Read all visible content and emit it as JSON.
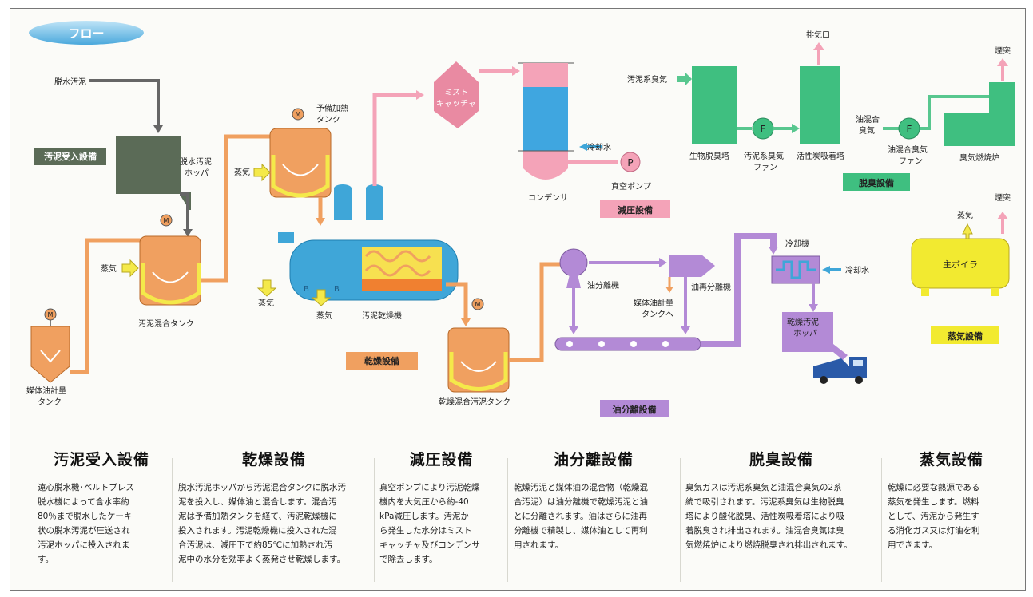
{
  "header": {
    "flow_label": "フロー"
  },
  "diagram": {
    "inputs": {
      "dewatered_sludge": "脱水汚泥",
      "steam": "蒸気",
      "cooling_water": "冷却水",
      "sludge_odor": "汚泥系臭気",
      "oil_mix_odor_line1": "油混合",
      "oil_mix_odor_line2": "臭気",
      "exhaust": "排気口",
      "stack": "煙突"
    },
    "components": {
      "sludge_hopper_line1": "脱水汚泥",
      "sludge_hopper_line2": "ホッパ",
      "mixing_tank": "汚泥混合タンク",
      "medium_oil_tank_line1": "媒体油計量",
      "medium_oil_tank_line2": "タンク",
      "preheat_tank_line1": "予備加熱",
      "preheat_tank_line2": "タンク",
      "dryer": "汚泥乾燥機",
      "mist_catcher_line1": "ミスト",
      "mist_catcher_line2": "キャッチャ",
      "condenser": "コンデンサ",
      "vacuum_pump": "真空ポンプ",
      "dry_mix_tank": "乾燥混合汚泥タンク",
      "oil_separator": "油分離機",
      "oil_reseparator": "油再分離機",
      "to_medium_tank_line1": "媒体油計量",
      "to_medium_tank_line2": "タンクへ",
      "cooler": "冷却機",
      "dry_sludge_hopper_line1": "乾燥汚泥",
      "dry_sludge_hopper_line2": "ホッパ",
      "bio_deodor": "生物脱臭塔",
      "sludge_odor_fan_line1": "汚泥系臭気",
      "sludge_odor_fan_line2": "ファン",
      "activated_carbon": "活性炭吸着塔",
      "oil_odor_fan_line1": "油混合臭気",
      "oil_odor_fan_line2": "ファン",
      "odor_furnace": "臭気燃焼炉",
      "boiler": "主ボイラ",
      "motor_symbol": "M",
      "fan_symbol": "F",
      "pump_symbol": "P"
    },
    "section_labels": {
      "receiving": "汚泥受入設備",
      "drying": "乾燥設備",
      "vacuum": "減圧設備",
      "oil_sep": "油分離設備",
      "deodor": "脱臭設備",
      "steam": "蒸気設備"
    }
  },
  "descriptions": [
    {
      "title": "汚泥受入設備",
      "lines": [
        "遠心脱水機･ベルトプレス",
        "脱水機によって含水率約",
        "80％まで脱水したケーキ",
        "状の脱水汚泥が圧送され",
        "汚泥ホッパに投入されま",
        "す。"
      ]
    },
    {
      "title": "乾燥設備",
      "lines": [
        "脱水汚泥ホッパから汚泥混合タンクに脱水汚",
        "泥を投入し、媒体油と混合します。混合汚",
        "泥は予備加熱タンクを経て、汚泥乾燥機に",
        "投入されます。汚泥乾燥機に投入された混",
        "合汚泥は、減圧下で約85℃に加熱され汚",
        "泥中の水分を効率よく蒸発させ乾燥します。"
      ]
    },
    {
      "title": "減圧設備",
      "lines": [
        "真空ポンプにより汚泥乾燥",
        "機内を大気圧から約-40",
        "kPa減圧します。汚泥か",
        "ら発生した水分はミスト",
        "キャッチャ及びコンデンサ",
        "で除去します。"
      ]
    },
    {
      "title": "油分離設備",
      "lines": [
        "乾燥汚泥と媒体油の混合物（乾燥混",
        "合汚泥）は油分離機で乾燥汚泥と油",
        "とに分離されます。油はさらに油再",
        "分離機で精製し、媒体油として再利",
        "用されます。"
      ]
    },
    {
      "title": "脱臭設備",
      "lines": [
        "臭気ガスは汚泥系臭気と油混合臭気の2系",
        "統で吸引されます。汚泥系臭気は生物脱臭",
        "塔により酸化脱臭、活性炭吸着塔により吸",
        "着脱臭され排出されます。油混合臭気は臭",
        "気燃焼炉により燃焼脱臭され排出されます。"
      ]
    },
    {
      "title": "蒸気設備",
      "lines": [
        "乾燥に必要な熱源である",
        "蒸気を発生します。燃料",
        "として、汚泥から発生す",
        "る消化ガス又は灯油を利",
        "用できます。"
      ]
    }
  ],
  "colors": {
    "receiving": "#5b6b57",
    "drying": "#f0a060",
    "vacuum": "#e98aa2",
    "oil_sep": "#b38ad6",
    "deodor": "#3fbf80",
    "steam": "#f2ea30",
    "dryer": "#3fa6d8",
    "condenser_blue": "#3fa6e0",
    "arrow_yellow": "#f4e94a",
    "arrow_orange": "#f0a060",
    "arrow_pink": "#f4a3b8",
    "arrow_purple": "#b38ad6",
    "arrow_green": "#58c78f",
    "arrow_gray": "#666666",
    "arrow_blue": "#3fa6d8"
  }
}
